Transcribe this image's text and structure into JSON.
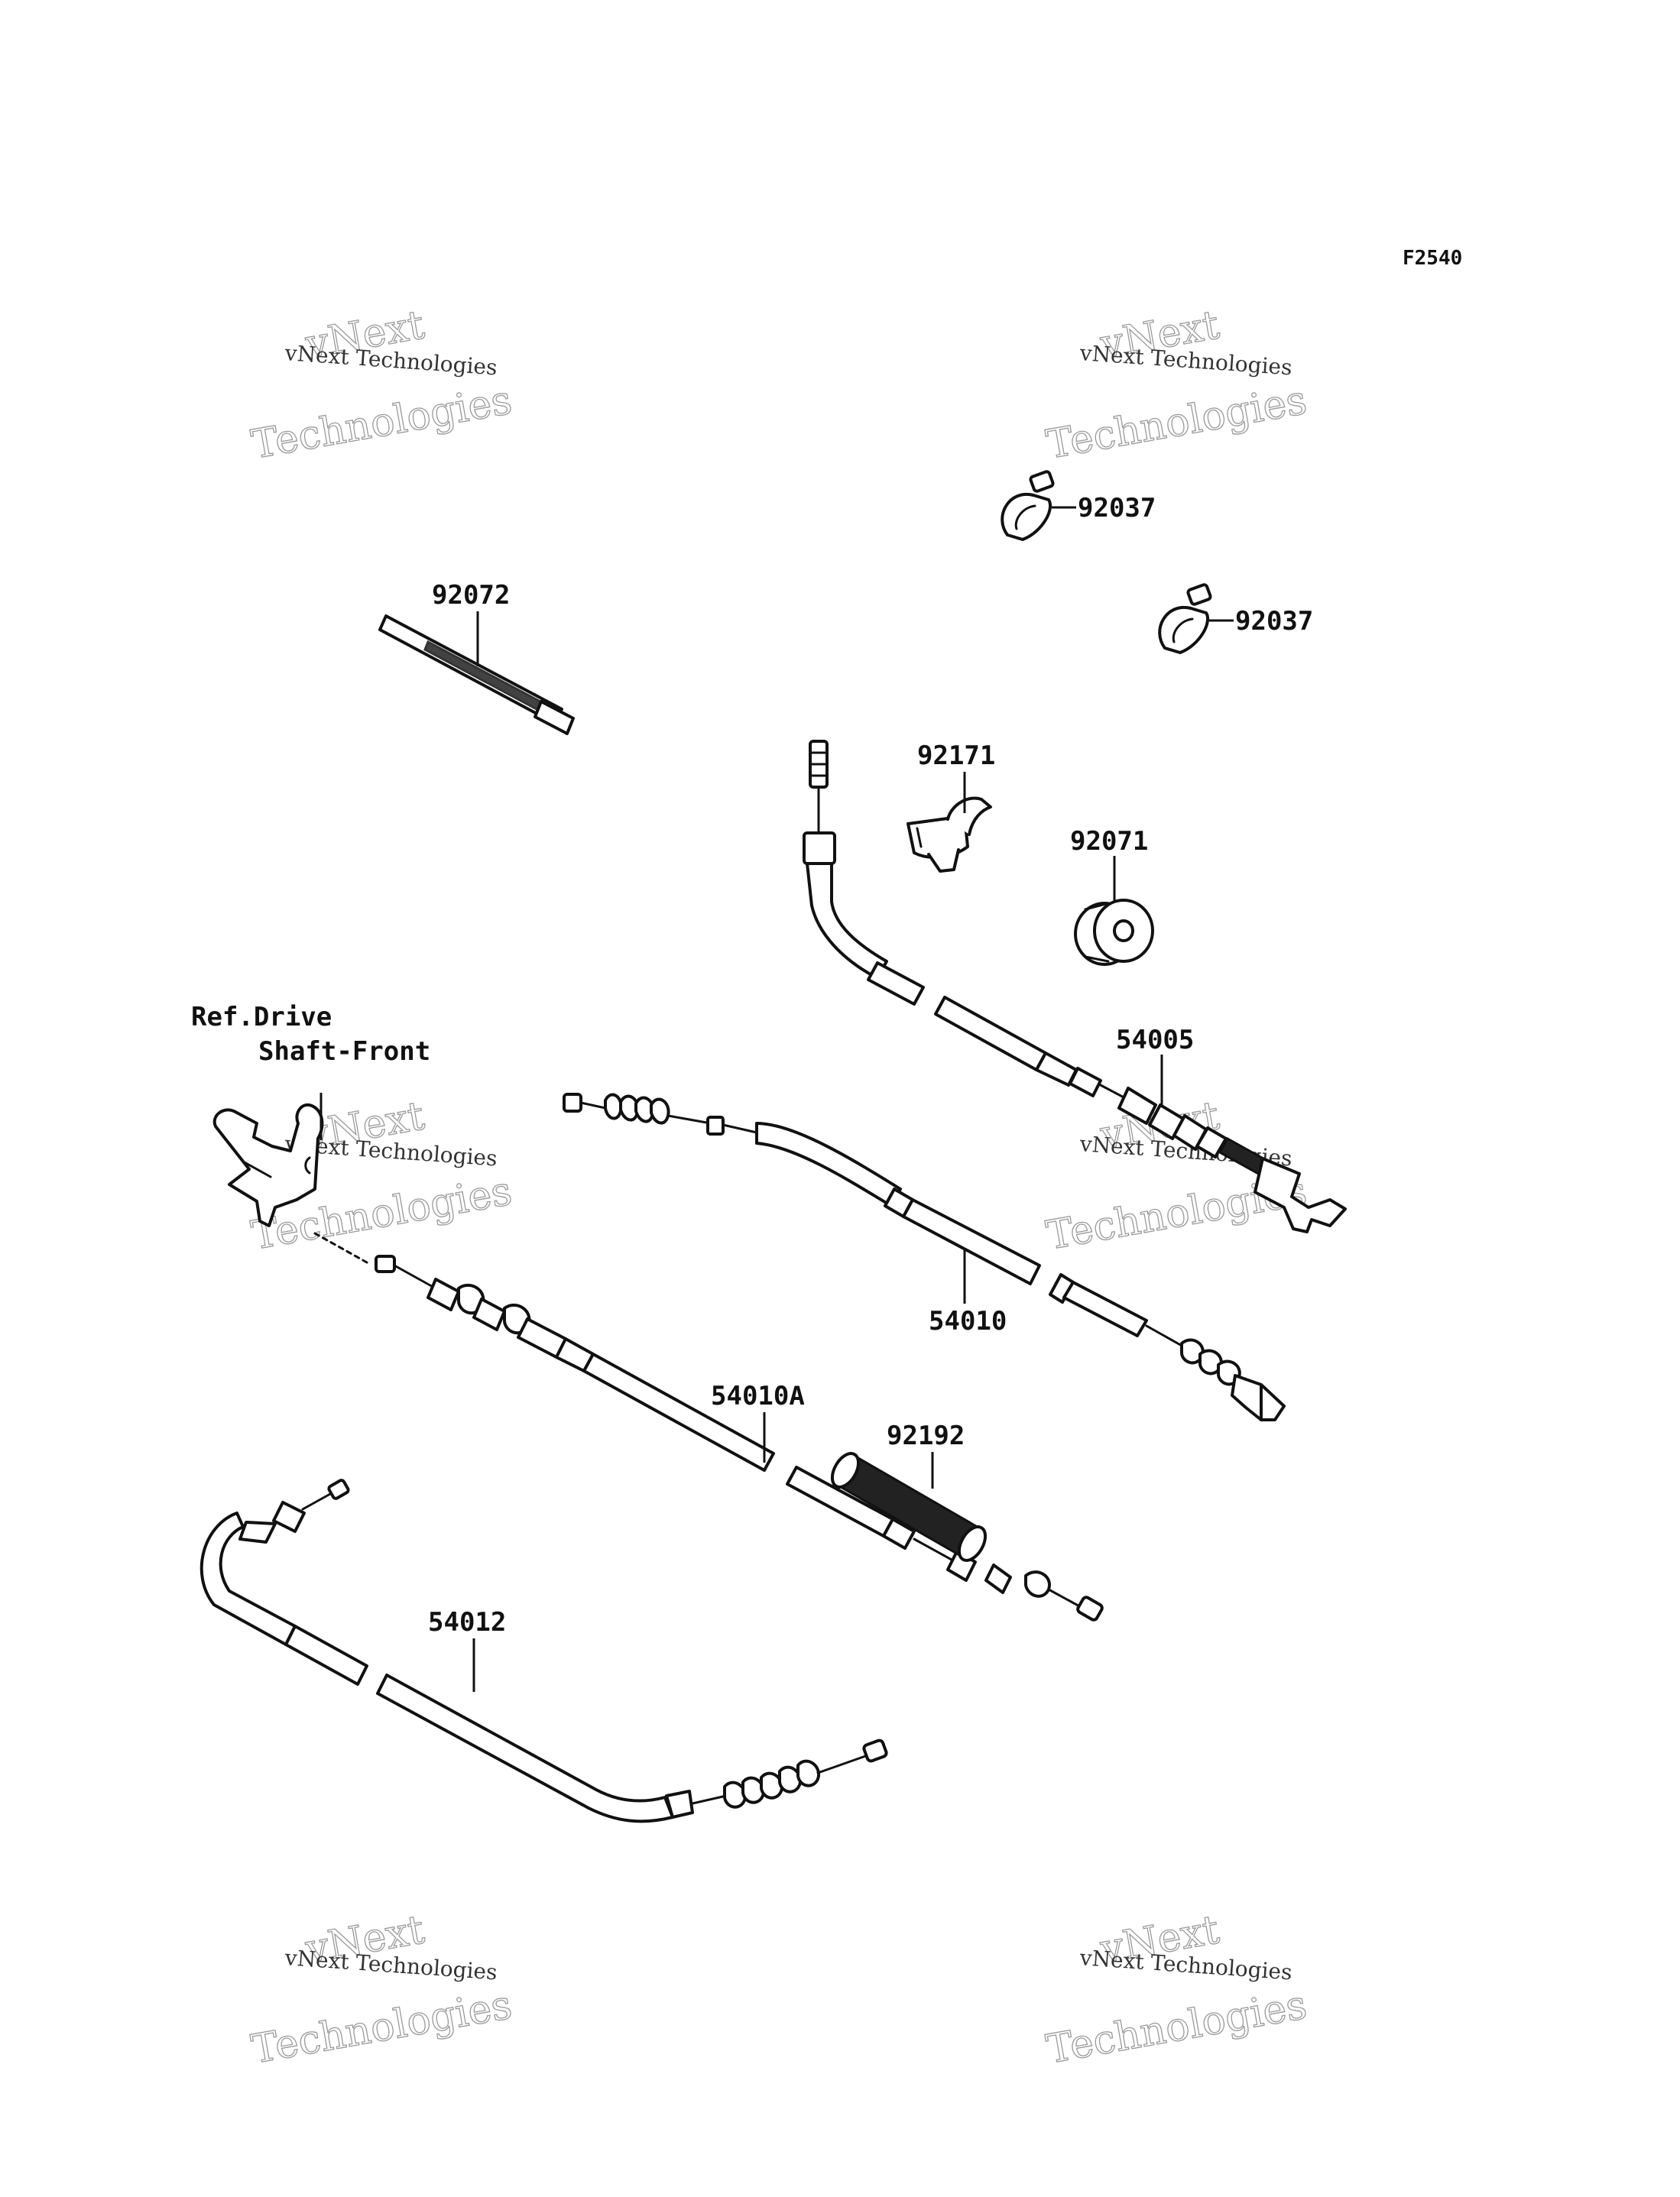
{
  "diagram": {
    "figure_code": "F2540",
    "reference_label_line1": "Ref.Drive",
    "reference_label_line2": "Shaft-Front",
    "parts": [
      {
        "number": "92037"
      },
      {
        "number": "92037"
      },
      {
        "number": "92072"
      },
      {
        "number": "92171"
      },
      {
        "number": "92071"
      },
      {
        "number": "54005"
      },
      {
        "number": "54010"
      },
      {
        "number": "54010A"
      },
      {
        "number": "92192"
      },
      {
        "number": "54012"
      }
    ]
  },
  "watermarks": [
    {
      "line1": "vNext Technologies",
      "line2": "vNext",
      "line3": "Technologies"
    },
    {
      "line1": "vNext Technologies",
      "line2": "vNext",
      "line3": "Technologies"
    },
    {
      "line1": "vNext Technologies",
      "line2": "vNext",
      "line3": "Technologies"
    },
    {
      "line1": "vNext Technologies",
      "line2": "vNext",
      "line3": "Technologies"
    },
    {
      "line1": "vNext Technologies",
      "line2": "vNext",
      "line3": "Technologies"
    },
    {
      "line1": "vNext Technologies",
      "line2": "vNext",
      "line3": "Technologies"
    }
  ]
}
